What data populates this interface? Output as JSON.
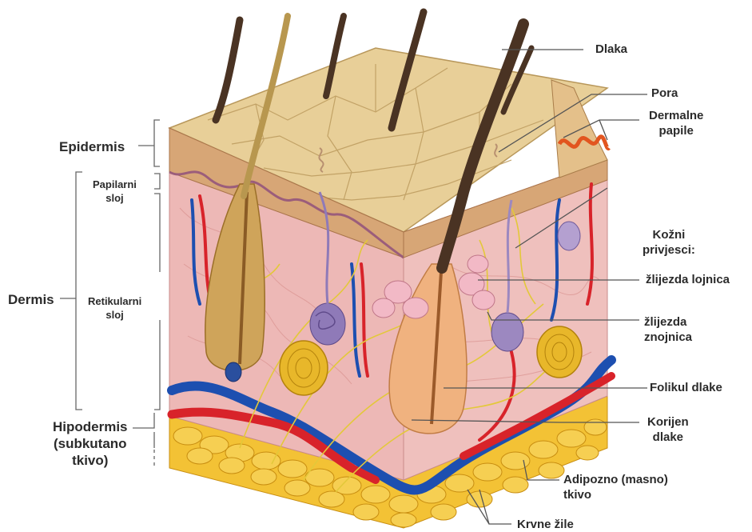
{
  "labels": {
    "dlaka": "Dlaka",
    "pora": "Pora",
    "dermalne_papile": "Dermalne\npapile",
    "epidermis": "Epidermis",
    "papilarni_sloj": "Papilarni\nsloj",
    "dermis": "Dermis",
    "retikularni_sloj": "Retikularni\nsloj",
    "hipodermis": "Hipodermis\n(subkutano\ntkivo)",
    "kozni_privjesci": "Kožni\nprivjesci:",
    "zlijezda_lojnica": "žlijezda lojnica",
    "zlijezda_znojnica": "žlijezda\nznojnica",
    "folikul_dlake": "Folikul dlake",
    "korijen_dlake": "Korijen\ndlake",
    "adipozno_tkivo": "Adipozno (masno)\ntkivo",
    "krvne_zile": "Krvne žile"
  },
  "colors": {
    "epidermis_surface": "#e8cf98",
    "dermis": "#eab1b1",
    "artery": "#d8232a",
    "vein": "#1d4fb0",
    "nerve": "#e3c83a",
    "fat": "#f1b81f",
    "hair": "#4a3323",
    "leader_line": "#555555"
  }
}
